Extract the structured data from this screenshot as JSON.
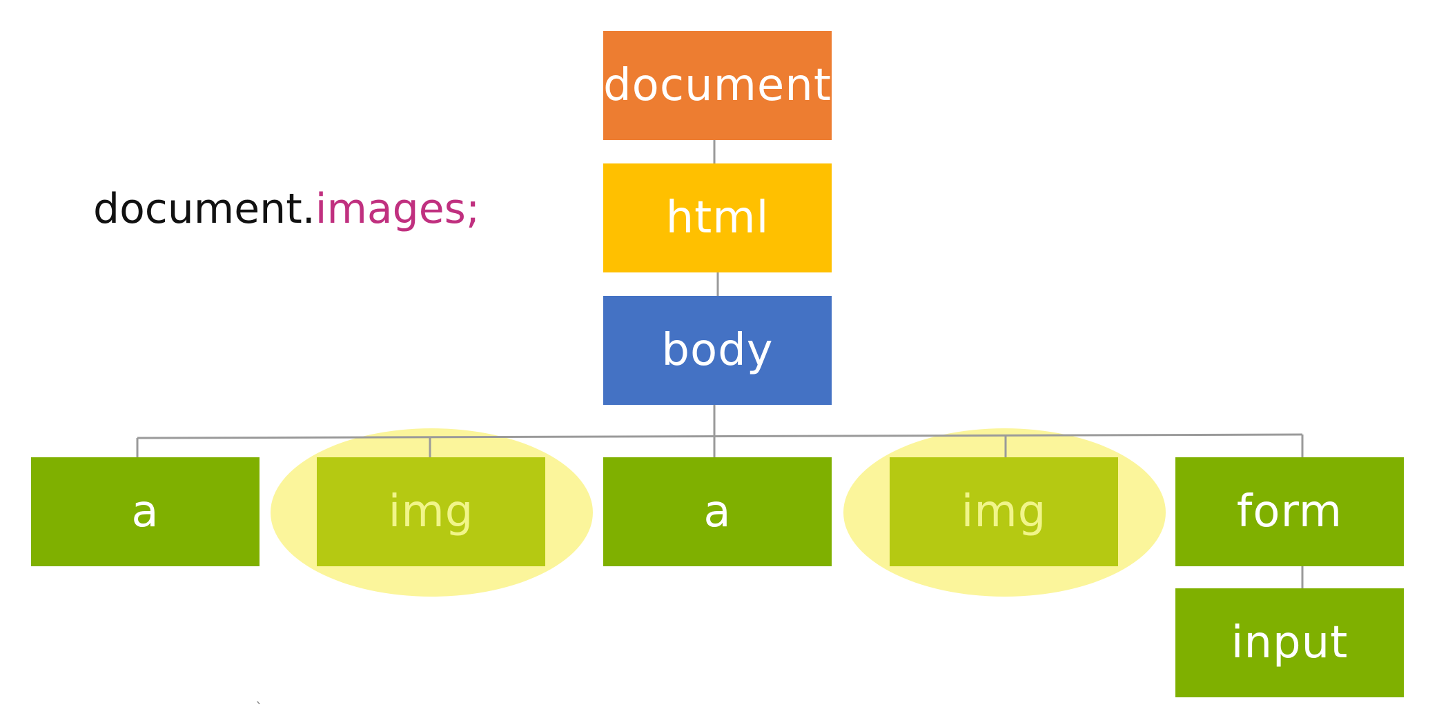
{
  "expression": {
    "object": "document.",
    "property": "images;"
  },
  "nodes": {
    "document": "document",
    "html": "html",
    "body": "body",
    "a1": "a",
    "img1": "img",
    "a2": "a",
    "img2": "img",
    "form": "form",
    "input": "input"
  },
  "stray_mark": "`",
  "colors": {
    "document": "#ed7d31",
    "html": "#ffc000",
    "body": "#4472c4",
    "element": "#7fb000",
    "element_highlighted": "#b5c912",
    "highlight_glow": "#fbf59b",
    "highlighted_text": "#f1f58a",
    "text": "#ffffff",
    "expression_object": "#111111",
    "expression_property": "#c0307f",
    "connector": "#9a9a9a"
  }
}
